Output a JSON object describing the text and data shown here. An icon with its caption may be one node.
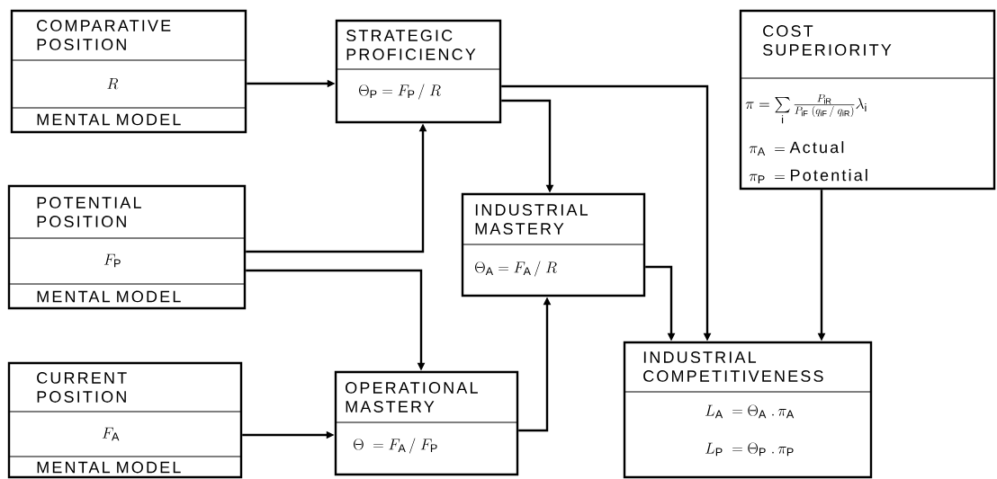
{
  "diagram": {
    "nodes": [
      {
        "text": [
          "COMPARATIVE POSITION",
          "R",
          "MENTAL MODEL"
        ]
      },
      {
        "text": [
          "STRATEGIC PROFICIENCY",
          "\\Theta_{\\mathrm{P}} = F_{\\mathrm{P}}\\,/\\;R"
        ]
      },
      {
        "text": [
          "COST SUPERIORITY",
          "\\pi = \\sum\\limits_{\\mathrm{i}} \\frac{P_{\\mathrm{iR}}}{P_{\\mathrm{iF}}\\;(q_{\\mathrm{iF}}\\,/\\;q_{\\mathrm{iR}})}\\lambda_{\\mathrm{i}}",
          "\\pi_{\\mathrm{A}} \\;= \\text{Actual}",
          "\\pi_{\\mathrm{P}} \\;= \\text{Potential}"
        ]
      },
      {
        "text": [
          "POTENTIAL POSITION",
          "F_{\\mathrm{P}}",
          "MENTAL MODEL"
        ]
      },
      {
        "text": [
          "INDUSTRIAL MASTERY",
          "\\Theta_{\\mathrm{A}} = F_{\\mathrm{A}}\\,/\\;R"
        ]
      },
      {
        "text": [
          "CURRENT POSITION",
          "F_{\\mathrm{A}}",
          "MENTAL MODEL"
        ]
      },
      {
        "text": [
          "OPERATIONAL MASTERY",
          "\\Theta \\;= F_{\\mathrm{A}}\\,/\\;F_{\\mathrm{P}}"
        ]
      },
      {
        "text": [
          "INDUSTRIAL COMPETITIVENESS",
          "L_{\\mathrm{A}} \\;= \\Theta_{\\mathrm{A}}\\;.\\,\\pi_{\\mathrm{A}}",
          "L_{\\mathrm{P}} \\;= \\Theta_{\\mathrm{P}}\\;.\\,\\pi_{\\mathrm{P}}"
        ]
      }
    ],
    "edges": [
      {
        "from": 0,
        "to": 1,
        "arrow": "to"
      },
      {
        "from": 1,
        "to": 4,
        "arrow": "to"
      },
      {
        "from": 1,
        "to": 7,
        "arrow": "to"
      },
      {
        "from": 3,
        "to": 1,
        "arrow": "to"
      },
      {
        "from": 3,
        "to": 6,
        "arrow": "to"
      },
      {
        "from": 4,
        "to": 7,
        "arrow": "to"
      },
      {
        "from": 2,
        "to": 7,
        "arrow": "to"
      },
      {
        "from": 5,
        "to": 6,
        "arrow": "to"
      },
      {
        "from": 6,
        "to": 4,
        "arrow": "to"
      }
    ]
  }
}
